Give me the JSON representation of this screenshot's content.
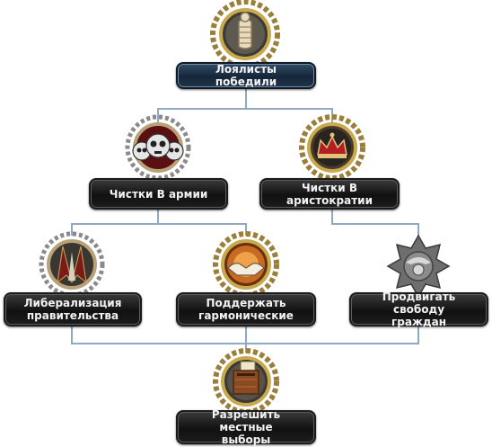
{
  "tree": {
    "root": {
      "label": "Лоялисты победили",
      "icon": "fist-rope-icon"
    },
    "tier2": [
      {
        "label": "Чистки В армии",
        "icon": "skulls-icon"
      },
      {
        "label": "Чистки В аристократии",
        "icon": "crown-icon"
      }
    ],
    "tier3": [
      {
        "label": "Либерализация\nправительства",
        "icon": "banners-icon"
      },
      {
        "label": "Поддержать\nгармонические",
        "icon": "handshake-icon"
      },
      {
        "label": "Продвигать свободу\nграждан",
        "icon": "eagle-icon"
      }
    ],
    "tier4": {
      "label": "Разрешить местные\nвыборы",
      "icon": "ballot-box-icon"
    }
  },
  "colors": {
    "connector": "#8fa8c4",
    "label_bg": "#1a1a1a",
    "label_text": "#f2f2f2",
    "root_label_bg": "#1e3248",
    "frame_gold": "#c9a94d",
    "laurel": "#9a7f3c"
  }
}
